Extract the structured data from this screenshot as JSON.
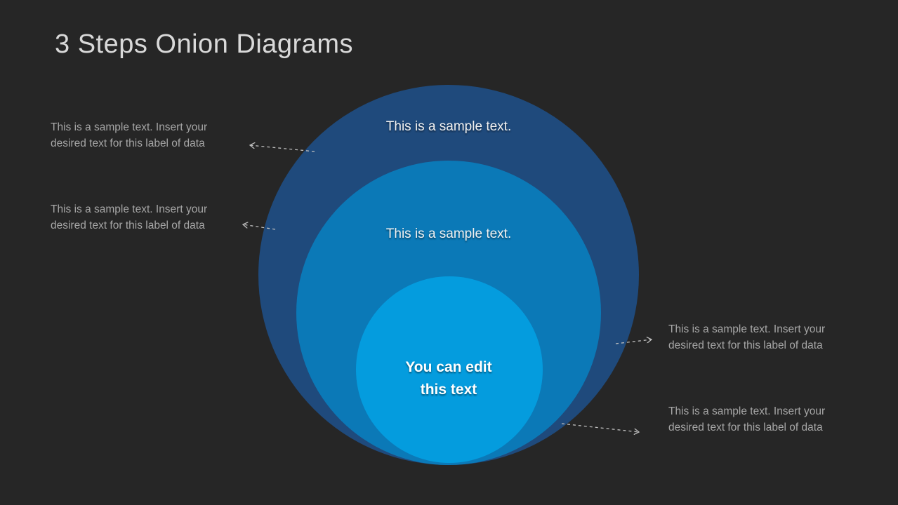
{
  "slide": {
    "title": "3 Steps Onion Diagrams",
    "background_color": "#262626",
    "title_color": "#D9D9D9"
  },
  "diagram": {
    "type": "onion",
    "steps": 3,
    "arrow_color": "#BFBFBF",
    "rings": [
      {
        "level": 1,
        "label": "This is a sample text.",
        "color": "#1F4A7C",
        "text_color": "#F2F2F2"
      },
      {
        "level": 2,
        "label": "This is a sample text.",
        "color": "#0B79B7",
        "text_color": "#F2F2F2"
      },
      {
        "level": 3,
        "label": "You can edit this text",
        "color": "#049CDE",
        "text_color": "#FFFFFF"
      }
    ]
  },
  "callouts": [
    {
      "side": "left",
      "text": "This is a sample text. Insert your desired text for this label of data"
    },
    {
      "side": "left",
      "text": "This is a sample text. Insert your desired text for this label of data"
    },
    {
      "side": "right",
      "text": "This is a sample text. Insert your desired text for this label of data"
    },
    {
      "side": "right",
      "text": "This is a sample text. Insert your desired text for this label of data"
    }
  ]
}
